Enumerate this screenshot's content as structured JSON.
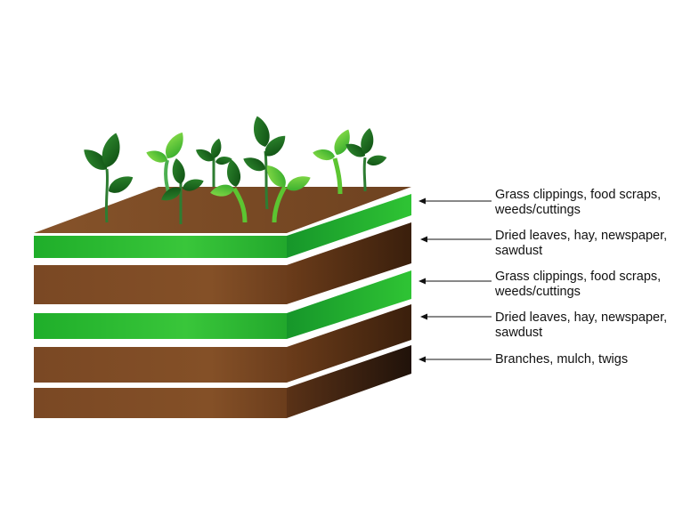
{
  "title": "",
  "labels": [
    {
      "lines": [
        "Grass clippings, food scraps,",
        "weeds/cuttings"
      ]
    },
    {
      "lines": [
        "Dried leaves, hay, newspaper,",
        "sawdust"
      ]
    },
    {
      "lines": [
        "Grass clippings, food scraps,",
        "weeds/cuttings"
      ]
    },
    {
      "lines": [
        "Dried leaves, hay, newspaper,",
        "sawdust"
      ]
    },
    {
      "lines": [
        "Branches, mulch, twigs"
      ]
    }
  ],
  "colors": {
    "soil": "#7e4a22",
    "soil_dark": "#2e1a0e",
    "green_layer": "#2fc02f",
    "green_dark": "#0a7a12",
    "leaf_dark": "#1f6b1f",
    "leaf_light": "#55c92b",
    "stem": "#2e7d32",
    "arrow": "#111111"
  }
}
